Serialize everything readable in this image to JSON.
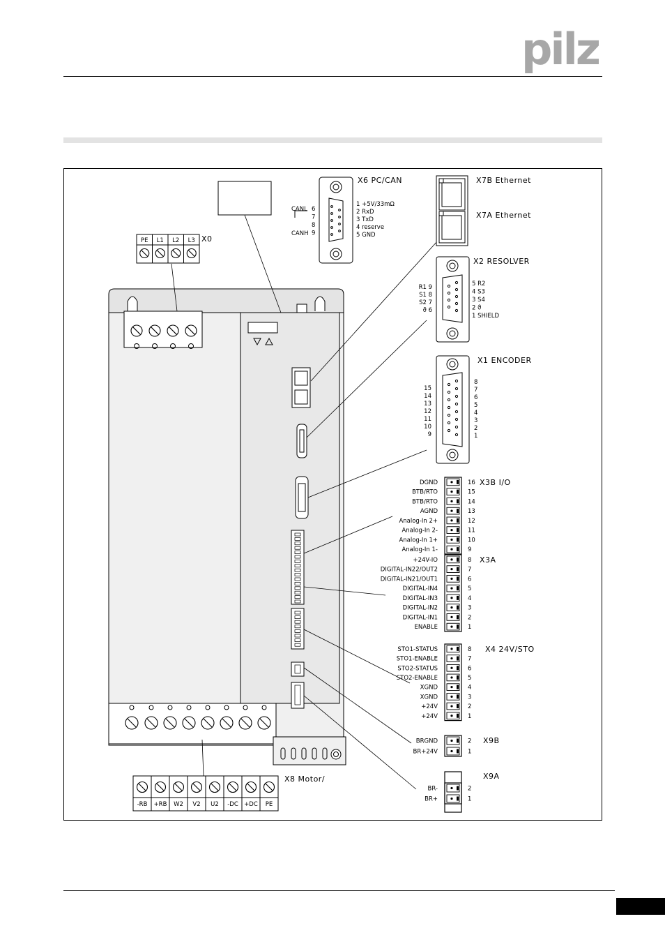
{
  "brand": {
    "logo": "pilz"
  },
  "connectors": {
    "x0": {
      "title": "X0",
      "terminals": [
        "PE",
        "L1",
        "L2",
        "L3"
      ]
    },
    "x6": {
      "title": "X6 PC/CAN",
      "side_pins": [
        "6",
        "7",
        "8",
        "9"
      ],
      "canl": "CANL",
      "canh": "CANH",
      "pins": [
        "1  +5V/33mΩ",
        "2  RxD",
        "3  TxD",
        "4  reserve",
        "5  GND"
      ]
    },
    "x7b": {
      "title": "X7B Ethernet"
    },
    "x7a": {
      "title": "X7A Ethernet"
    },
    "x2": {
      "title": "X2 RESOLVER",
      "left_pins": [
        "R1 9",
        "S1 8",
        "S2 7",
        "ϑ 6"
      ],
      "right_pins": [
        "5  R2",
        "4  S3",
        "3  S4",
        "2  ϑ",
        "1  SHIELD"
      ]
    },
    "x1": {
      "title": "X1 ENCODER",
      "left_pins": [
        "15",
        "14",
        "13",
        "12",
        "11",
        "10",
        "9"
      ],
      "right_pins": [
        "8",
        "7",
        "6",
        "5",
        "4",
        "3",
        "2",
        "1"
      ]
    },
    "x3b": {
      "title": "X3B I/O",
      "signals": [
        "DGND",
        "BTB/RTO",
        "BTB/RTO",
        "AGND",
        "Analog-In 2+",
        "Analog-In 2-",
        "Analog-In 1+",
        "Analog-In 1-"
      ],
      "pins": [
        "16",
        "15",
        "14",
        "13",
        "12",
        "11",
        "10",
        "9"
      ]
    },
    "x3a": {
      "title": "X3A",
      "signals": [
        "+24V-IO",
        "DIGITAL-IN22/OUT2",
        "DIGITAL-IN21/OUT1",
        "DIGITAL-IN4",
        "DIGITAL-IN3",
        "DIGITAL-IN2",
        "DIGITAL-IN1",
        "ENABLE"
      ],
      "pins": [
        "8",
        "7",
        "6",
        "5",
        "4",
        "3",
        "2",
        "1"
      ]
    },
    "x4": {
      "title": "X4  24V/STO",
      "signals": [
        "STO1-STATUS",
        "STO1-ENABLE",
        "STO2-STATUS",
        "STO2-ENABLE",
        "XGND",
        "XGND",
        "+24V",
        "+24V"
      ],
      "pins": [
        "8",
        "7",
        "6",
        "5",
        "4",
        "3",
        "2",
        "1"
      ]
    },
    "x9b": {
      "title": "X9B",
      "signals": [
        "BRGND",
        "BR+24V"
      ],
      "pins": [
        "2",
        "1"
      ]
    },
    "x9a": {
      "title": "X9A",
      "signals": [
        "BR-",
        "BR+"
      ],
      "pins": [
        "2",
        "1"
      ]
    },
    "x8": {
      "title": "X8 Motor/",
      "terminals": [
        "-RB",
        "+RB",
        "W2",
        "V2",
        "U2",
        "-DC",
        "+DC",
        "PE"
      ]
    }
  },
  "colors": {
    "logo": "#a7a7a7",
    "band": "#e3e3e3",
    "device": "#f0f0f0",
    "device_top": "#e4e4e4"
  }
}
